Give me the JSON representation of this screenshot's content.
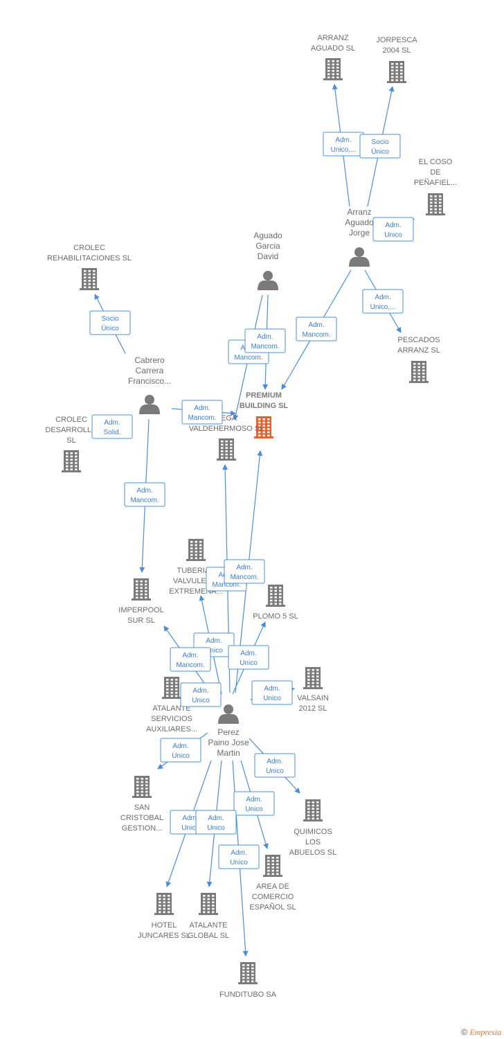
{
  "colors": {
    "edge": "#4a8ddb",
    "box": "#4a90d9",
    "node": "#7a7a7a",
    "center": "#e8612c"
  },
  "nodes": [
    {
      "id": "arranz_aguado",
      "type": "company",
      "label": [
        "ARRANZ",
        "AGUADO  SL"
      ]
    },
    {
      "id": "jorpesca",
      "type": "company",
      "label": [
        "JORPESCA",
        "2004  SL"
      ]
    },
    {
      "id": "el_coso",
      "type": "company",
      "label": [
        "EL COSO",
        "DE",
        "PEÑAFIEL..."
      ]
    },
    {
      "id": "arranz_jorge",
      "type": "person",
      "label": [
        "Arranz",
        "Aguado",
        "Jorge"
      ]
    },
    {
      "id": "pescados",
      "type": "company",
      "label": [
        "PESCADOS",
        "ARRANZ  SL"
      ]
    },
    {
      "id": "crolec_rehab",
      "type": "company",
      "label": [
        "CROLEC",
        "REHABILITACIONES SL"
      ]
    },
    {
      "id": "aguado_david",
      "type": "person",
      "label": [
        "Aguado",
        "Garcia",
        "David"
      ]
    },
    {
      "id": "cabrero",
      "type": "person",
      "label": [
        "Cabrero",
        "Carrera",
        "Francisco..."
      ]
    },
    {
      "id": "premium",
      "type": "center",
      "label": [
        "PREMIUM",
        "BUILDING  SL"
      ]
    },
    {
      "id": "vega",
      "type": "company",
      "label": [
        "VEGA",
        "VALDEHERMOSO SL"
      ]
    },
    {
      "id": "crolec_des",
      "type": "company",
      "label": [
        "CROLEC",
        "DESARROLLO",
        "SL"
      ]
    },
    {
      "id": "tuberias",
      "type": "company",
      "label": [
        "TUBERIAS",
        "VALVULERIA",
        "EXTREMEÑA..."
      ]
    },
    {
      "id": "imperpool",
      "type": "company",
      "label": [
        "IMPERPOOL",
        "SUR  SL"
      ]
    },
    {
      "id": "plomo",
      "type": "company",
      "label": [
        "PLOMO 5 SL"
      ]
    },
    {
      "id": "valsain",
      "type": "company",
      "label": [
        "VALSAIN",
        "2012 SL"
      ]
    },
    {
      "id": "atalante_serv",
      "type": "company",
      "label": [
        "ATALANTE",
        "SERVICIOS",
        "AUXILIARES..."
      ]
    },
    {
      "id": "perez",
      "type": "person",
      "label": [
        "Perez",
        "Paino Jose",
        "Martin"
      ]
    },
    {
      "id": "san_cristobal",
      "type": "company",
      "label": [
        "SAN",
        "CRISTOBAL",
        "GESTION..."
      ]
    },
    {
      "id": "quimicos",
      "type": "company",
      "label": [
        "QUIMICOS",
        "LOS",
        "ABUELOS SL"
      ]
    },
    {
      "id": "area_comercio",
      "type": "company",
      "label": [
        "AREA DE",
        "COMERCIO",
        "ESPAÑOL SL"
      ]
    },
    {
      "id": "hotel",
      "type": "company",
      "label": [
        "HOTEL",
        "JUNCARES SL"
      ]
    },
    {
      "id": "atalante_global",
      "type": "company",
      "label": [
        "ATALANTE",
        "GLOBAL  SL"
      ]
    },
    {
      "id": "funditubo",
      "type": "company",
      "label": [
        "FUNDITUBO SA"
      ]
    }
  ],
  "edges": [
    {
      "from": "arranz_jorge",
      "to": "arranz_aguado",
      "label": [
        "Adm.",
        "Unico,..."
      ]
    },
    {
      "from": "arranz_jorge",
      "to": "jorpesca",
      "label": [
        "Socio",
        "Único"
      ]
    },
    {
      "from": "arranz_jorge",
      "to": "el_coso",
      "label": [
        "Adm.",
        "Unico"
      ]
    },
    {
      "from": "arranz_jorge",
      "to": "pescados",
      "label": [
        "Adm.",
        "Unico,..."
      ]
    },
    {
      "from": "arranz_jorge",
      "to": "premium",
      "label": [
        "Adm.",
        "Mancom."
      ]
    },
    {
      "from": "cabrero",
      "to": "crolec_rehab",
      "label": [
        "Socio",
        "Único"
      ]
    },
    {
      "from": "cabrero",
      "to": "crolec_des",
      "label": [
        "Adm.",
        "Solid."
      ]
    },
    {
      "from": "cabrero",
      "to": "vega",
      "label": [
        "Adm.",
        "Mancom."
      ]
    },
    {
      "from": "cabrero",
      "to": "imperpool",
      "label": [
        "Adm.",
        "Mancom."
      ]
    },
    {
      "from": "aguado_david",
      "to": "vega",
      "label": [
        "Adm.",
        "Mancom."
      ]
    },
    {
      "from": "aguado_david",
      "to": "premium",
      "label": [
        "Adm.",
        "Mancom."
      ]
    },
    {
      "from": "perez",
      "to": "vega",
      "label": [
        "Adm.",
        "Mancom."
      ]
    },
    {
      "from": "perez",
      "to": "premium",
      "label": [
        "Adm.",
        "Mancom."
      ]
    },
    {
      "from": "perez",
      "to": "tuberias",
      "label": [
        "Adm.",
        "Unico"
      ]
    },
    {
      "from": "perez",
      "to": "imperpool",
      "label": [
        "Adm.",
        "Mancom."
      ]
    },
    {
      "from": "perez",
      "to": "plomo",
      "label": [
        "Adm.",
        "Unico"
      ]
    },
    {
      "from": "perez",
      "to": "valsain",
      "label": [
        "Adm.",
        "Unico"
      ]
    },
    {
      "from": "perez",
      "to": "atalante_serv",
      "label": [
        "Adm.",
        "Unico"
      ]
    },
    {
      "from": "perez",
      "to": "san_cristobal",
      "label": [
        "Adm.",
        "Unico"
      ]
    },
    {
      "from": "perez",
      "to": "quimicos",
      "label": [
        "Adm.",
        "Unico"
      ]
    },
    {
      "from": "perez",
      "to": "area_comercio",
      "label": [
        "Adm.",
        "Unico"
      ]
    },
    {
      "from": "perez",
      "to": "hotel",
      "label": [
        "Adm.",
        "Unico"
      ]
    },
    {
      "from": "perez",
      "to": "atalante_global",
      "label": [
        "Adm.",
        "Unico"
      ]
    },
    {
      "from": "perez",
      "to": "funditubo",
      "label": [
        "Adm.",
        "Unico"
      ]
    }
  ],
  "footer": {
    "copyright": "©",
    "brand": "Empresia"
  }
}
